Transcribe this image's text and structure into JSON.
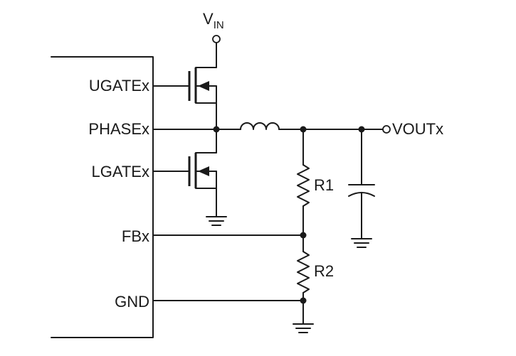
{
  "pins": {
    "ugate": "UGATEx",
    "phase": "PHASEx",
    "lgate": "LGATEx",
    "fb": "FBx",
    "gnd": "GND"
  },
  "vin": {
    "main": "V",
    "subscript": "IN"
  },
  "vout": "VOUTx",
  "resistors": {
    "r1": "R1",
    "r2": "R2"
  },
  "icons": {
    "high_side": "nmos-transistor-icon",
    "low_side": "nmos-transistor-icon",
    "inductor": "inductor-icon",
    "capacitor": "capacitor-icon",
    "ground": "ground-icon"
  }
}
